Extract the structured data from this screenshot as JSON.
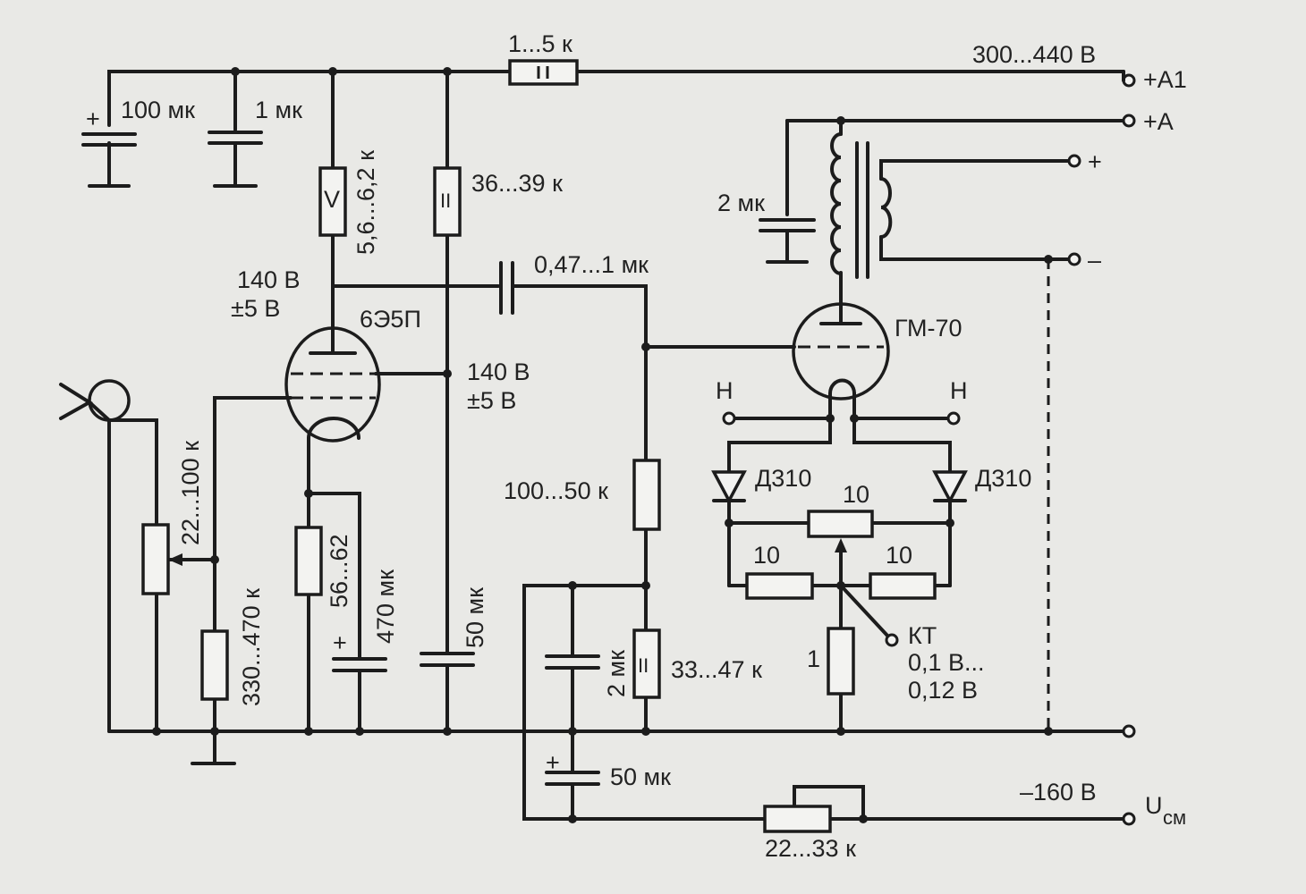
{
  "labels": {
    "r_anode_feed": "1...5 к",
    "v_a1": "300...440 В",
    "term_a1": "+А1",
    "term_a": "+А",
    "out_plus": "+",
    "out_minus": "–",
    "c_100": "100 мк",
    "c_1": "1 мк",
    "c_2_top": "2 мк",
    "r_36": "36...39 к",
    "r_v": "5,6...6,2 к",
    "r_v_mark": "V",
    "r_ii_mark": "II",
    "c_coupling": "0,47...1 мк",
    "v_anode": "140 В",
    "v_anode_tol": "±5 В",
    "tube1": "6Э5П",
    "v_screen": "140 В",
    "v_screen_tol": "±5 В",
    "tube2": "ГМ-70",
    "heater_left": "Н",
    "heater_right": "Н",
    "d_left": "Д310",
    "d_right": "Д310",
    "r_pot_10": "10",
    "r_10_left": "10",
    "r_10_right": "10",
    "r_1": "1",
    "kt": "КТ",
    "kt_v1": "0,1 В...",
    "kt_v2": "0,12 В",
    "r_grid_leak": "100...50 к",
    "c_2_bias": "2 мк",
    "r_33": "33...47 к",
    "r_vol": "22...100 к",
    "r_330": "330...470 к",
    "r_56": "56...62",
    "c_470": "470 мк",
    "c_50_screen": "50 мк",
    "c_50_bias": "50 мк",
    "v_bias": "–160 В",
    "u_cm_main": "U",
    "u_cm_sub": "см",
    "r_bias_pot": "22...33 к",
    "plus_sign": "+"
  }
}
